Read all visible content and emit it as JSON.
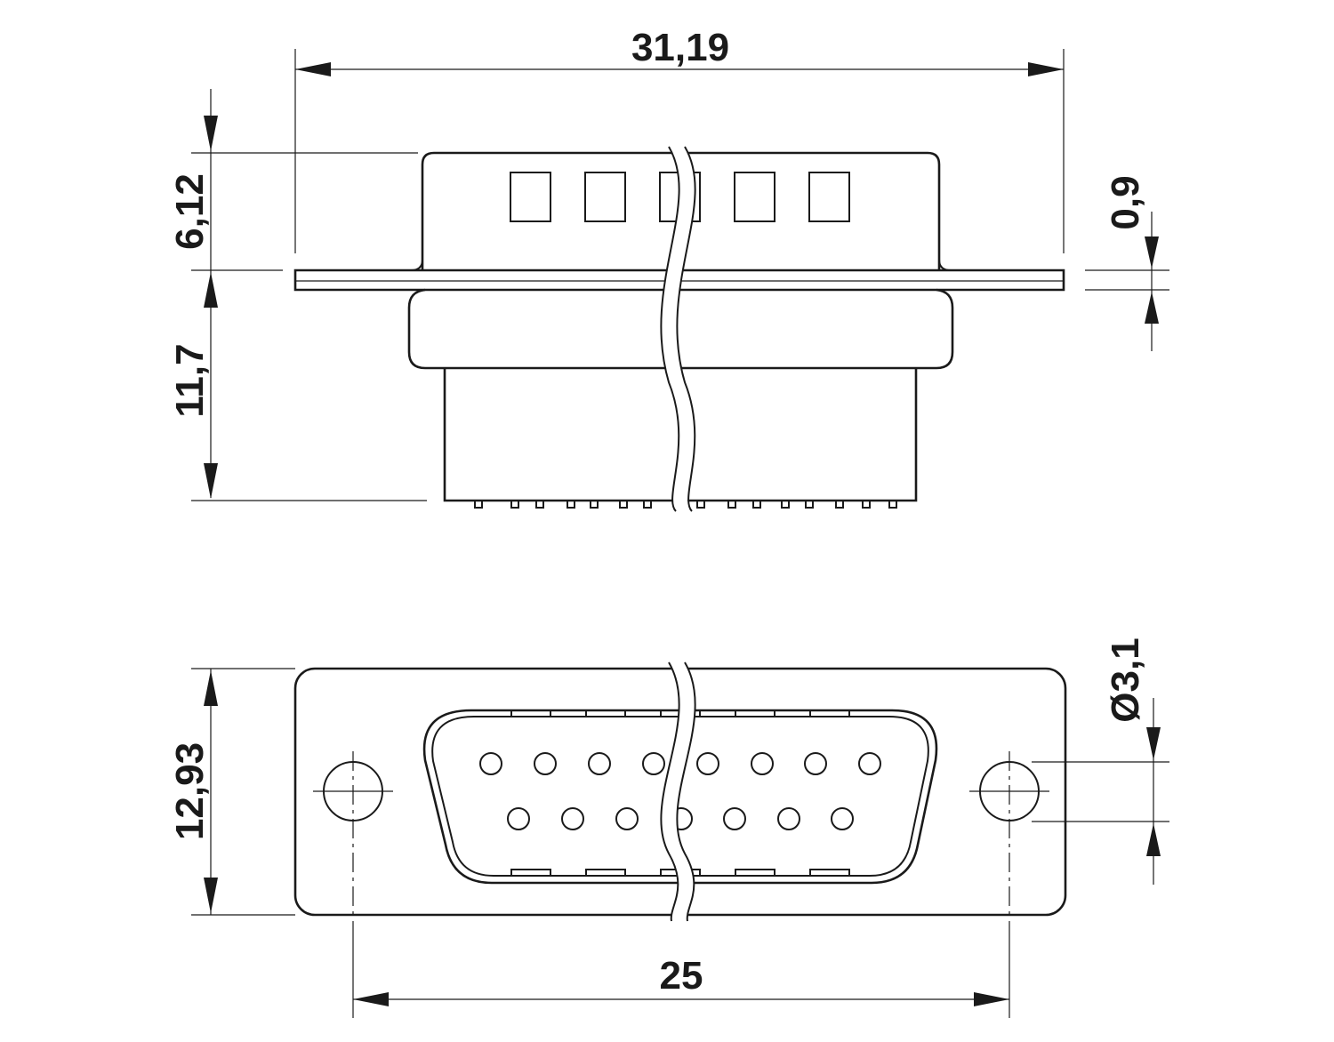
{
  "dimensions": {
    "overall_width": "31,19",
    "upper_height": "6,12",
    "lower_height": "11,7",
    "flange_thickness": "0,9",
    "flange_height": "12,93",
    "hole_diameter": "Ø3,1",
    "hole_spacing": "25"
  }
}
